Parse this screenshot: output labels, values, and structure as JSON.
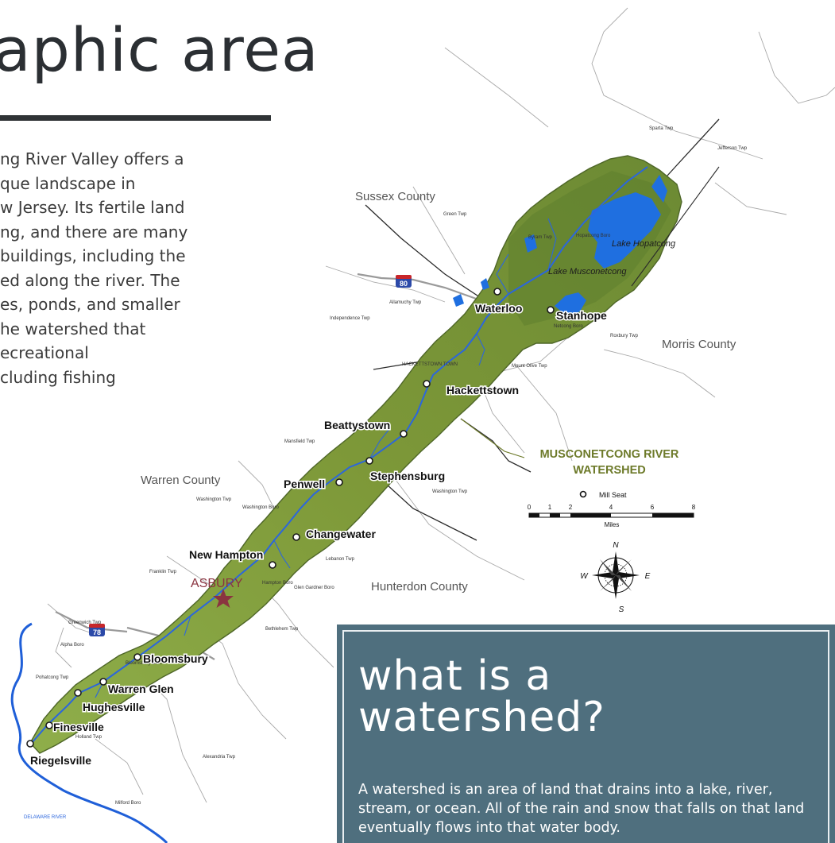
{
  "header": {
    "title": "aphic area"
  },
  "intro": {
    "lines": [
      "ng River Valley offers a",
      "que landscape in",
      "w Jersey. Its fertile land",
      "ng, and there are many",
      " buildings, including the",
      "ed along the river. The",
      "es, ponds, and smaller",
      "he watershed that",
      "ecreational",
      "cluding fishing"
    ]
  },
  "map": {
    "counties": [
      "Sussex County",
      "Morris County",
      "Warren County",
      "Hunterdon County"
    ],
    "lakes": [
      "Lake Hopatcong",
      "Lake Musconetcong"
    ],
    "mill_seats": [
      "Waterloo",
      "Stanhope",
      "Hackettstown",
      "Beattystown",
      "Stephensburg",
      "Penwell",
      "Changewater",
      "New Hampton",
      "Bloomsbury",
      "Warren Glen",
      "Hughesville",
      "Finesville",
      "Riegelsville"
    ],
    "highlight_town": "ASBURY",
    "townships": [
      "Sparta Twp",
      "Jefferson Twp",
      "Green Twp",
      "Byram Twp",
      "Hopatcong Boro",
      "Netcong Boro",
      "Allamuchy Twp",
      "Independence Twp",
      "Roxbury Twp",
      "Mount Olive Twp",
      "HACKETTSTOWN TOWN",
      "Mansfield Twp",
      "Washington Twp",
      "Washington Twp",
      "Washington Boro",
      "Franklin Twp",
      "Lebanon Twp",
      "Hampton Boro",
      "Glen Gardner Boro",
      "Bethlehem Twp",
      "Greenwich Twp",
      "Alpha Boro",
      "Pohatcong Twp",
      "Bloomsbury Boro",
      "Holland Twp",
      "Alexandria Twp",
      "Milford Boro"
    ],
    "highways": [
      "80",
      "78"
    ],
    "river_label": "DELAWARE RIVER",
    "watershed_label": [
      "MUSCONETCONG RIVER",
      "WATERSHED"
    ],
    "legend": {
      "symbol_label": "Mill Seat",
      "scale_ticks": [
        "0",
        "1",
        "2",
        "4",
        "6",
        "8"
      ],
      "scale_unit": "Miles"
    },
    "compass": {
      "n": "N",
      "s": "S",
      "e": "E",
      "w": "W"
    },
    "colors": {
      "watershed": "#7f9a3c",
      "water": "#1f6fe0",
      "star": "#8a3440",
      "label_green": "#6d7a2a"
    }
  },
  "card": {
    "title_lines": [
      "what is a",
      "watershed?"
    ],
    "text": "A watershed is an area of land that drains into a lake, river, stream, or ocean. All of the rain and snow that falls on that land eventually flows into that water body."
  }
}
